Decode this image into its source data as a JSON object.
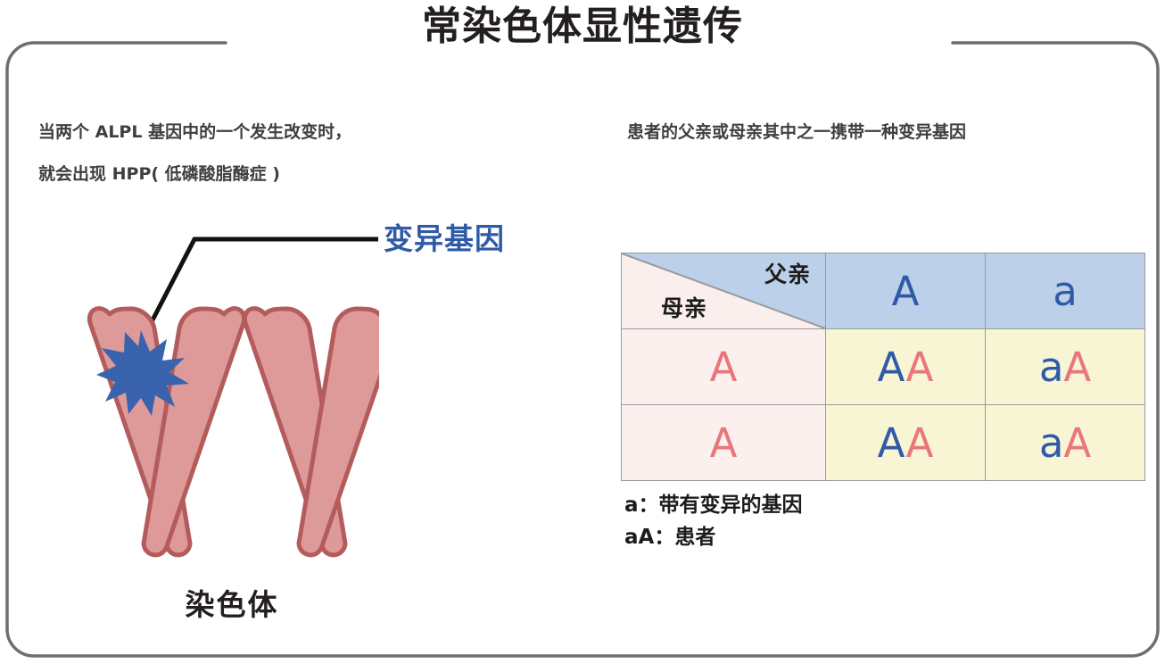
{
  "title": "常染色体显性遗传",
  "description": {
    "left_line_1": "当两个 ALPL 基因中的一个发生改变时，",
    "left_line_2": "就会出现 HPP( 低磷酸脂酶症 )",
    "right_line_1": "患者的父亲或母亲其中之一携带一种变异基因"
  },
  "chromosome_figure": {
    "callout_label": "变异基因",
    "caption": "染色体",
    "mutation_marker": "star-burst",
    "chromosome_count": 2
  },
  "punnett": {
    "father_header": "父亲",
    "mother_header": "母亲",
    "father_alleles": [
      "A",
      "a"
    ],
    "mother_alleles": [
      "A",
      "A"
    ],
    "offspring": [
      [
        {
          "father": "A",
          "mother": "A"
        },
        {
          "father": "a",
          "mother": "A"
        }
      ],
      [
        {
          "father": "A",
          "mother": "A"
        },
        {
          "father": "a",
          "mother": "A"
        }
      ]
    ]
  },
  "legend": {
    "line_1": "a：带有变异的基因",
    "line_2": "aA：患者"
  },
  "colors": {
    "father_header_bg": "#bdd0e9",
    "mother_header_bg": "#fcf0ef",
    "offspring_bg": "#f7f5d4",
    "father_gene": "#2f5aa8",
    "mother_gene": "#e8767b",
    "chromosome_fill": "#dd9a99",
    "chromosome_stroke": "#b45b5b",
    "mutation_star": "#3a63ae",
    "frame_stroke": "#6e6e6e"
  }
}
